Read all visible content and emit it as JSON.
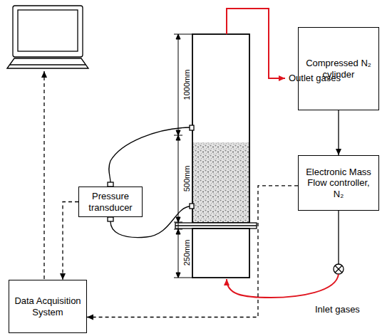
{
  "diagram": {
    "nodes": [
      {
        "text": [
          "Compressed N₂ cylinder"
        ]
      },
      {
        "text": [
          "Pressure transducer"
        ]
      },
      {
        "text": [
          "Electronic Mass Flow controller, N₂"
        ]
      },
      {
        "text": [
          "Data Acquisition System"
        ]
      }
    ],
    "edges": [
      {
        "from": 0,
        "to": 2,
        "arrow": "to"
      },
      {
        "from": 1,
        "to": 3,
        "arrow": "to"
      },
      {
        "from": 2,
        "to": 3,
        "arrow": "to"
      }
    ],
    "labels": [
      "1000mm",
      "500mm",
      "250mm",
      "Outlet gases",
      "Inlet gases"
    ]
  }
}
